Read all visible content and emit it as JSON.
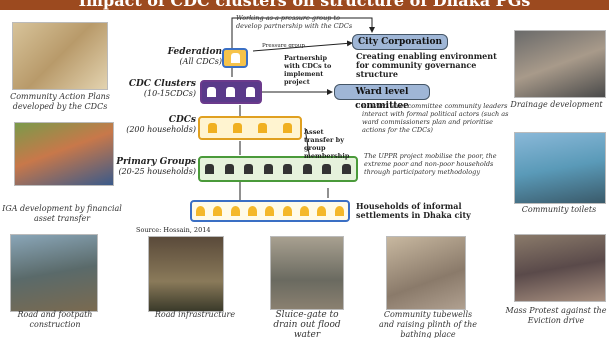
{
  "banner": {
    "title": "Impact of CDC clusters on structure of Dhaka PGs"
  },
  "captions": {
    "cap1": "Community Action Plans developed by the CDCs",
    "cap2": "IGA development by financial asset transfer",
    "cap3": "Road and footpath construction",
    "cap4": "Road infrastructure",
    "cap5": "Sluice-gate to drain out flood water",
    "cap6": "Community tubewells and raising plinth of the bathing place",
    "cap7": "Drainage development",
    "cap8": "Community toilets",
    "cap9": "Mass Protest against the Eviction drive"
  },
  "levels": {
    "federation": {
      "label": "Federation",
      "sub": "(All CDCs)"
    },
    "clusters": {
      "label": "CDC Clusters",
      "sub": "(10-15CDCs)"
    },
    "cdcs": {
      "label": "CDCs",
      "sub": "(200 households)"
    },
    "primary": {
      "label": "Primary Groups",
      "sub": "(20-25 households)"
    },
    "households": "Households of informal settlements in Dhaka city"
  },
  "notes": {
    "top": "Working as a pressure group to develop partnership with the CDCs",
    "pressure": "Pressure group",
    "partnership": "Partnership with CDCs to implement project",
    "asset": "Asset transfer by group membership",
    "city_corp": "City Corporation",
    "enabling": "Creating enabling environment for community governance structure",
    "ward": "Ward level committee",
    "ward_note": "At ward level committee community leaders interact with formal political actors (such as ward commissioners plan and prioritise actions for the CDCs)",
    "uppr": "The UPPR project mobilise the poor, the extreme poor and non-poor households through participatory methodology",
    "source": "Source: Hossain, 2014"
  },
  "colors": {
    "banner": "#9c4a1f",
    "federation_border": "#3a6fc4",
    "cluster_border": "#6b3a8c",
    "cdc_border": "#e0a020",
    "primary_border": "#4a9a3a",
    "household_border": "#3a6fc4",
    "city_fill": "#9fb6d6"
  },
  "icons": [
    "people-icon"
  ]
}
